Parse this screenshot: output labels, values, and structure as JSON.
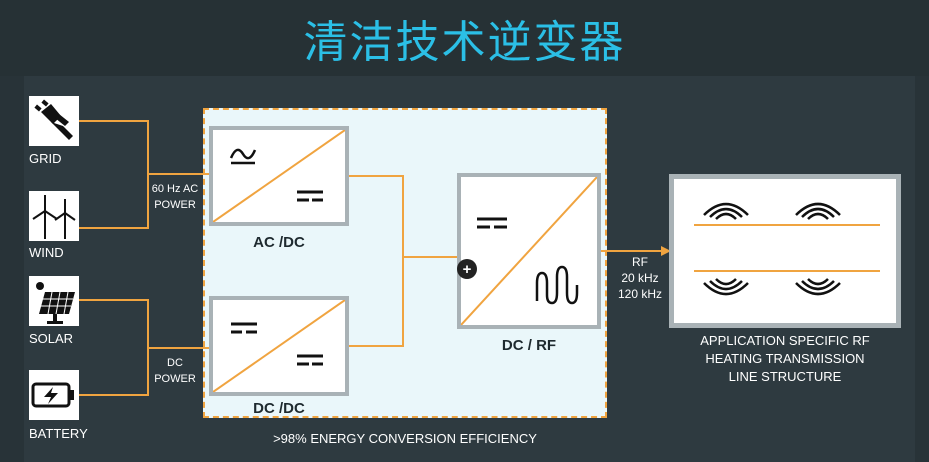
{
  "title": "清洁技术逆变器",
  "sources": [
    {
      "label": "GRID",
      "icon": "plug-icon"
    },
    {
      "label": "WIND",
      "icon": "wind-turbine-icon"
    },
    {
      "label": "SOLAR",
      "icon": "solar-panel-icon"
    },
    {
      "label": "BATTERY",
      "icon": "battery-icon"
    }
  ],
  "ac_power": {
    "line1": "60 Hz AC",
    "line2": "POWER"
  },
  "dc_power": {
    "line1": "DC",
    "line2": "POWER"
  },
  "converters": {
    "acdc": "AC /DC",
    "dcdc": "DC /DC",
    "dcrf": "DC / RF"
  },
  "rf": {
    "line1": "RF",
    "line2": "20 kHz",
    "line3": "120 kHz"
  },
  "application": {
    "line1": "APPLICATION SPECIFIC RF",
    "line2": "HEATING TRANSMISSION",
    "line3": "LINE STRUCTURE"
  },
  "efficiency": ">98% ENERGY CONVERSION EFFICIENCY",
  "colors": {
    "title": "#2bbfe6",
    "wire": "#f0a440",
    "background": "#2e3a40"
  }
}
